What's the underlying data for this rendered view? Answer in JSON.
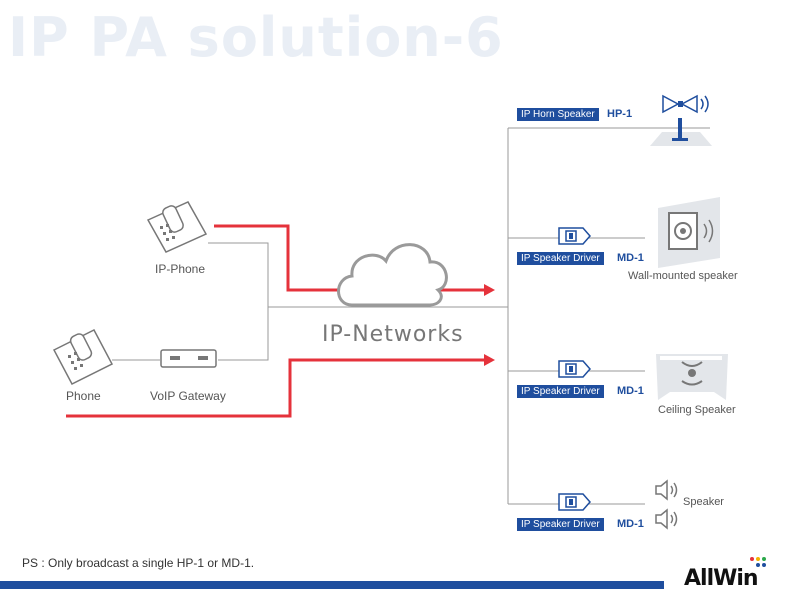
{
  "title": "IP PA solution-6",
  "network_label": "IP-Networks",
  "left_devices": {
    "ip_phone": "IP-Phone",
    "phone": "Phone",
    "gateway": "VoIP Gateway"
  },
  "outputs": [
    {
      "tag": "IP Horn Speaker",
      "model": "HP-1",
      "device_label": ""
    },
    {
      "tag": "IP Speaker Driver",
      "model": "MD-1",
      "device_label": "Wall-mounted speaker"
    },
    {
      "tag": "IP Speaker Driver",
      "model": "MD-1",
      "device_label": "Ceiling Speaker"
    },
    {
      "tag": "IP Speaker Driver",
      "model": "MD-1",
      "device_label": "Speaker"
    }
  ],
  "note": "PS : Only broadcast a single HP-1 or MD-1.",
  "logo": "AllWin",
  "colors": {
    "accent": "#1f4e9e",
    "signal": "#e5323b",
    "line": "#9a9a9a",
    "title": "#e9eef5"
  }
}
